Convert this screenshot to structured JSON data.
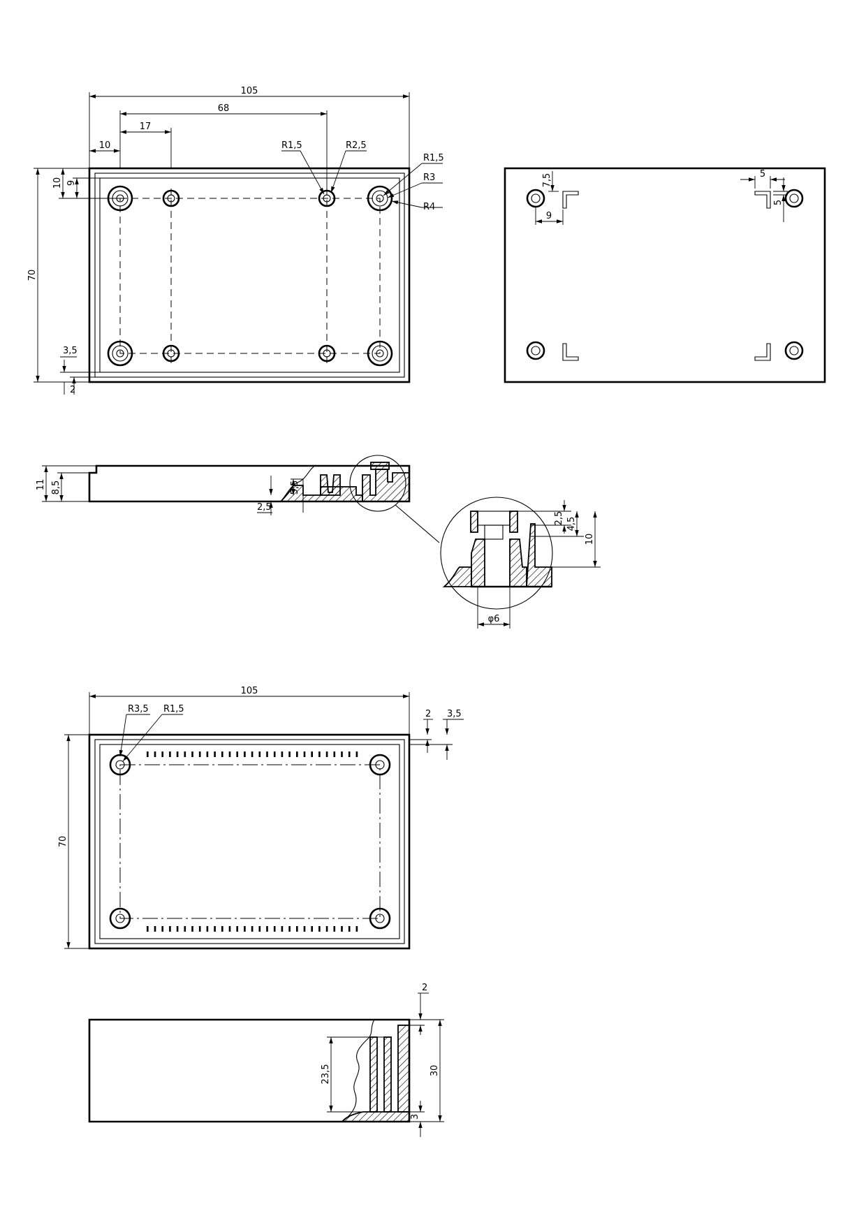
{
  "top_view": {
    "dims": {
      "length": "105",
      "boss_span": "68",
      "boss_offset": "17",
      "edge_offset": "10",
      "r_small": "R1,5",
      "r_boss": "R2,5",
      "r_corner_small": "R1,5",
      "r_corner_mid": "R3",
      "r_corner_large": "R4",
      "off_10": "10",
      "off_9": "9",
      "width": "70",
      "wall_35": "3,5",
      "wall_2": "2"
    }
  },
  "bottom_view": {
    "dims": {
      "d75": "7,5",
      "d9": "9",
      "d5a": "5",
      "d5b": "5"
    }
  },
  "lid_section": {
    "dims": {
      "h11": "11",
      "h85": "8,5",
      "h55": "5,5",
      "h25": "2,5"
    }
  },
  "detail": {
    "dims": {
      "d25": "2,5",
      "d45": "4,5",
      "d10": "10",
      "dia6": "φ6"
    }
  },
  "base_view": {
    "dims": {
      "length": "105",
      "r35": "R3,5",
      "r15": "R1,5",
      "w2": "2",
      "w35": "3,5",
      "width": "70"
    }
  },
  "base_section": {
    "dims": {
      "t2": "2",
      "h235": "23,5",
      "h30": "30",
      "t3": "3"
    }
  }
}
